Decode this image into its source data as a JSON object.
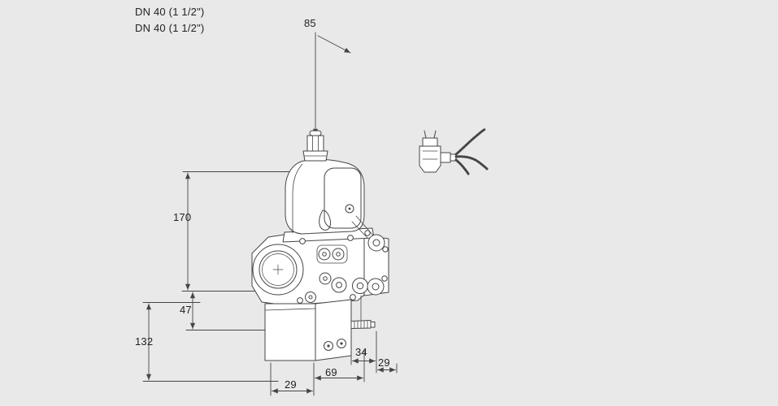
{
  "meta": {
    "colors": {
      "background": "#e9e9e9",
      "line": "#454545",
      "text": "#222222"
    }
  },
  "drawing": {
    "port_labels": {
      "line1": "DN 40 (1 1/2\")",
      "line2": "DN 40 (1 1/2\")"
    },
    "dimensions": {
      "actuator_width": "85",
      "body_height": "170",
      "flange_offset": "47",
      "lower_height": "132",
      "tap_offset": "34",
      "nipple_overhang": "29",
      "base_depth": "69",
      "base_width": "29"
    }
  }
}
